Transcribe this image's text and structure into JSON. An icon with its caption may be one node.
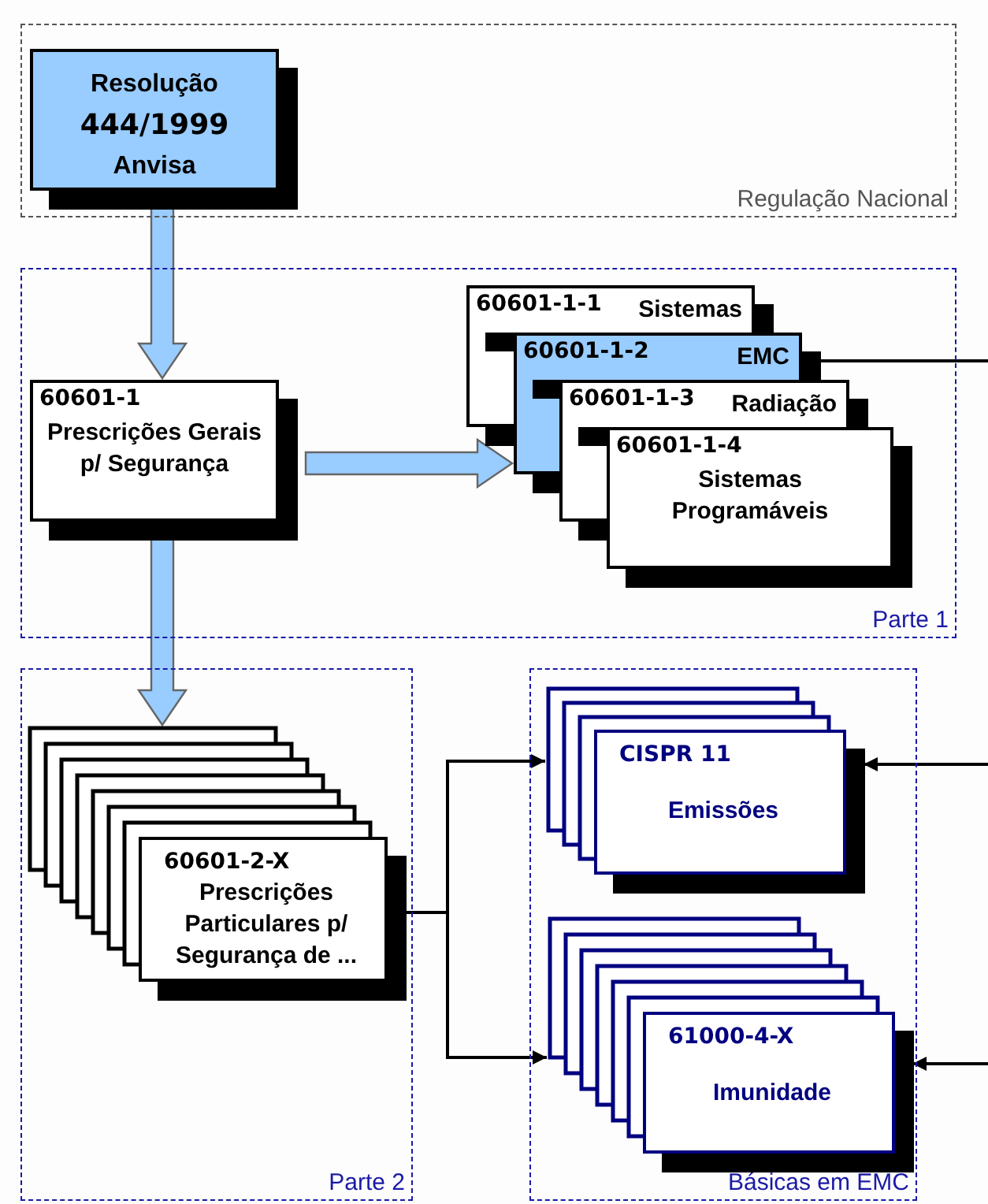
{
  "diagram": {
    "nodes": [
      {
        "text": [
          "Regulação Nacional"
        ]
      },
      {
        "text": [
          "Resolução",
          "444/1999",
          "Anvisa"
        ],
        "in": 0
      },
      {
        "text": [
          "Parte 1"
        ]
      },
      {
        "text": [
          "60601-1",
          "Prescrições Gerais p/ Segurança"
        ],
        "in": 2
      },
      {
        "text": [
          "60601-1-1",
          "Sistemas"
        ],
        "in": 2
      },
      {
        "text": [
          "60601-1-2",
          "EMC"
        ],
        "in": 2
      },
      {
        "text": [
          "60601-1-3",
          "Radiação"
        ],
        "in": 2
      },
      {
        "text": [
          "60601-1-4",
          "Sistemas Programáveis"
        ],
        "in": 2
      },
      {
        "text": [
          "Parte 2"
        ]
      },
      {
        "text": [
          "60601-2-X",
          "Prescrições Particulares p/ Segurança de ..."
        ],
        "in": 8
      },
      {
        "text": [
          "Básicas em EMC"
        ]
      },
      {
        "text": [
          "CISPR 11",
          "Emissões"
        ],
        "in": 10
      },
      {
        "text": [
          "61000-4-X",
          "Imunidade"
        ],
        "in": 10
      }
    ],
    "edges": [
      {
        "from": 1,
        "to": 3,
        "arrow": "to",
        "style": "thick",
        "color": "#99ccff"
      },
      {
        "from": 3,
        "to": 5,
        "arrow": "to",
        "style": "thick",
        "color": "#99ccff"
      },
      {
        "from": 3,
        "to": 9,
        "arrow": "to",
        "style": "thick",
        "color": "#99ccff"
      },
      {
        "from": 5,
        "to": null,
        "arrow": "other"
      },
      {
        "from": 9,
        "to": 11,
        "arrow": "to"
      },
      {
        "from": 9,
        "to": 12,
        "arrow": "to"
      },
      {
        "from": null,
        "to": 11,
        "arrow": "to"
      },
      {
        "from": null,
        "to": 12,
        "arrow": "to"
      }
    ]
  }
}
